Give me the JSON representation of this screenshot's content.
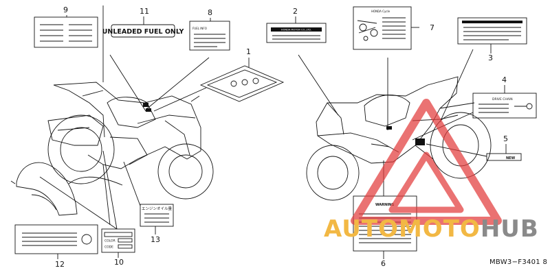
{
  "diagram": {
    "callouts": [
      "1",
      "2",
      "3",
      "4",
      "5",
      "6",
      "7",
      "8",
      "9",
      "10",
      "11",
      "12",
      "13"
    ],
    "label_texts": {
      "unleaded": "UNLEADED FUEL ONLY",
      "warning": "WARNING",
      "drive_chain": "DRIVE CHAIN",
      "new": "NEW",
      "color": "COLOR",
      "code": "CODE",
      "engine_jp": "エンジンオイル量",
      "honda_co": "HONDA MOTOR CO.,LTD.",
      "honda_cycle": "HONDA Cycle",
      "fuel_info": "FUEL INFO"
    },
    "drawing_code": "MBW3−F3401",
    "drawing_suffix": "8"
  },
  "watermark": {
    "part1": "AUTOMOTO",
    "part2": "HUB",
    "color_primary": "#f2b844",
    "color_secondary": "#8a8a8a",
    "triangle_color": "#e23b3b"
  }
}
